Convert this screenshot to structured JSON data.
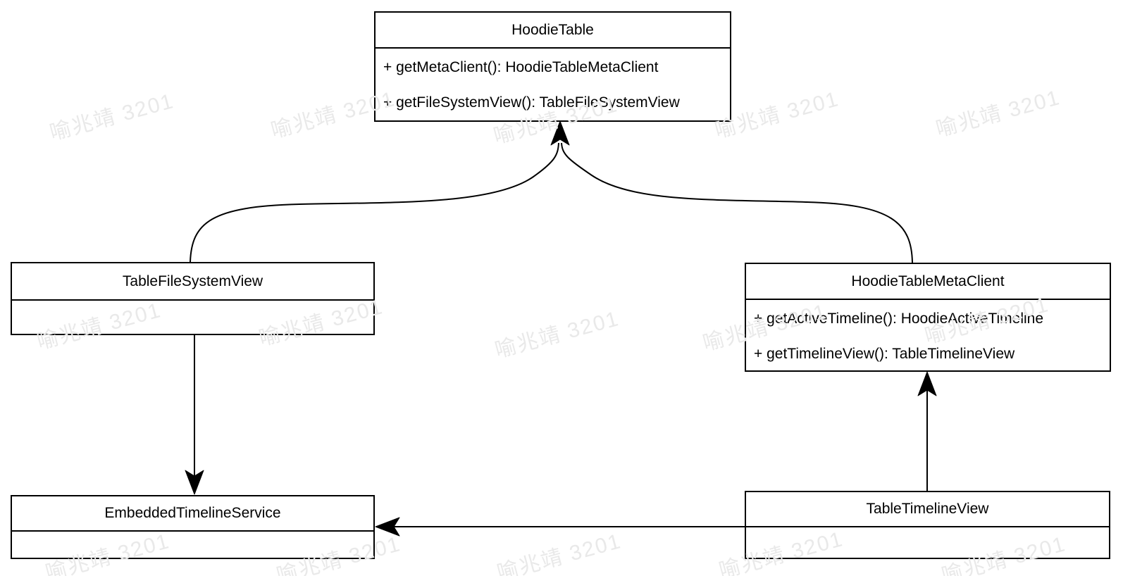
{
  "diagram": {
    "watermark": {
      "text": "喻兆靖 3201",
      "color": "#e9e9e9"
    },
    "classes": [
      {
        "name": "HoodieTable",
        "methods": [
          "+ getMetaClient(): HoodieTableMetaClient",
          "+ getFileSystemView(): TableFileSystemView"
        ]
      },
      {
        "name": "TableFileSystemView",
        "methods": []
      },
      {
        "name": "HoodieTableMetaClient",
        "methods": [
          "+ getActiveTimeline(): HoodieActiveTimeline",
          "+ getTimelineView(): TableTimelineView"
        ]
      },
      {
        "name": "EmbeddedTimelineService",
        "methods": []
      },
      {
        "name": "TableTimelineView",
        "methods": []
      }
    ],
    "relations": [
      {
        "from": "TableFileSystemView",
        "to": "HoodieTable",
        "style": "curved-merge-arrow"
      },
      {
        "from": "HoodieTableMetaClient",
        "to": "HoodieTable",
        "style": "curved-merge-arrow"
      },
      {
        "from": "TableFileSystemView",
        "to": "EmbeddedTimelineService",
        "style": "straight-arrow"
      },
      {
        "from": "TableTimelineView",
        "to": "HoodieTableMetaClient",
        "style": "straight-arrow"
      },
      {
        "from": "TableTimelineView",
        "to": "EmbeddedTimelineService",
        "style": "straight-arrow"
      }
    ]
  }
}
